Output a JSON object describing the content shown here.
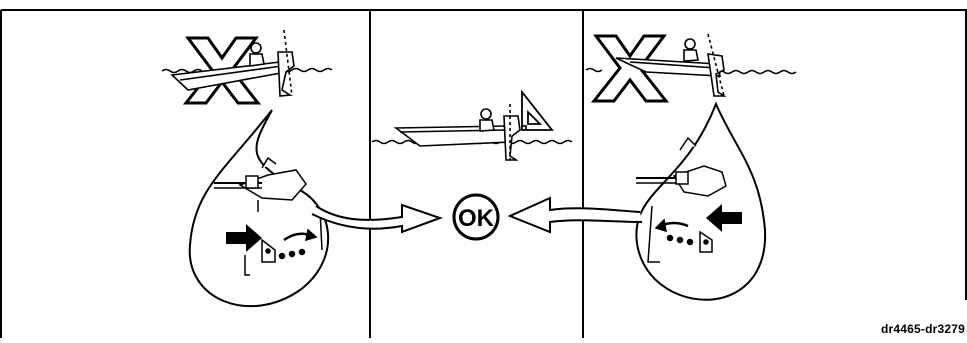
{
  "figure": {
    "ok_label": "OK",
    "reference_code": "dr4465-dr3279",
    "panels": [
      {
        "id": "left",
        "verdict_mark": "X",
        "description": "trim-too-low"
      },
      {
        "id": "center",
        "verdict_mark": "OK",
        "description": "correct-trim"
      },
      {
        "id": "right",
        "verdict_mark": "X",
        "description": "trim-too-high"
      }
    ]
  }
}
